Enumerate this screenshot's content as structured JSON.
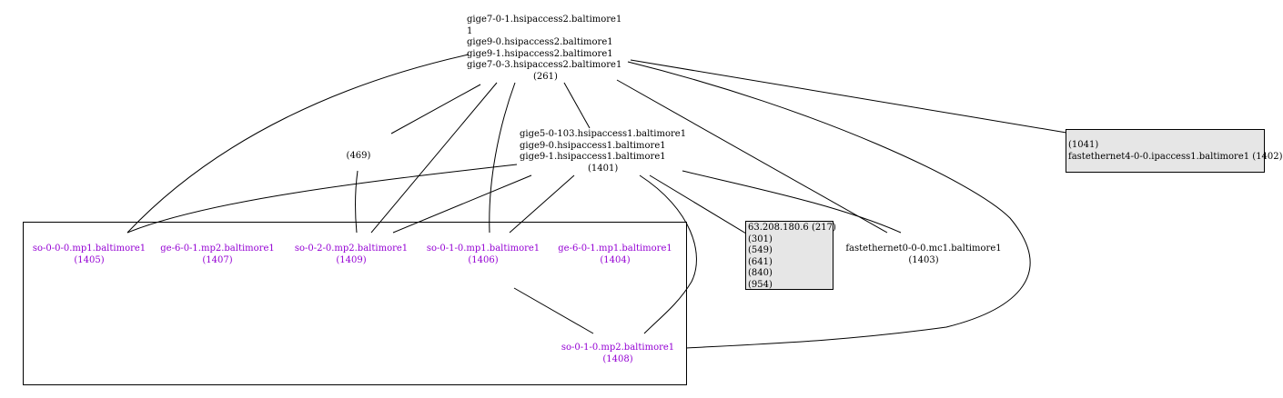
{
  "colors": {
    "member": "#9400d3",
    "gray_box": "#e6e6e6",
    "edge": "#000000"
  },
  "nodes": {
    "hsipaccess2": {
      "lines": [
        "gige7-0-1.hsipaccess2.baltimore1",
        "1",
        "gige9-0.hsipaccess2.baltimore1",
        "gige9-1.hsipaccess2.baltimore1",
        "gige7-0-3.hsipaccess2.baltimore1"
      ],
      "id": "(261)"
    },
    "hsipaccess1": {
      "lines": [
        "gige5-0-103.hsipaccess1.baltimore1",
        "gige9-0.hsipaccess1.baltimore1",
        "gige9-1.hsipaccess1.baltimore1"
      ],
      "id": "(1401)"
    },
    "n469": {
      "id": "(469)"
    },
    "ipaccess1": {
      "line1": "(1041)",
      "line2": "fastethernet4-0-0.ipaccess1.baltimore1 (1402)"
    },
    "ip_box": {
      "lines": [
        "63.208.180.6 (217)",
        "(301)",
        "(549)",
        "(641)",
        "(840)",
        "(954)"
      ]
    },
    "mc1": {
      "label": "fastethernet0-0-0.mc1.baltimore1",
      "id": "(1403)"
    },
    "members": [
      {
        "label": "so-0-0-0.mp1.baltimore1",
        "id": "(1405)"
      },
      {
        "label": "ge-6-0-1.mp2.baltimore1",
        "id": "(1407)"
      },
      {
        "label": "so-0-2-0.mp2.baltimore1",
        "id": "(1409)"
      },
      {
        "label": "so-0-1-0.mp1.baltimore1",
        "id": "(1406)"
      },
      {
        "label": "ge-6-0-1.mp1.baltimore1",
        "id": "(1404)"
      },
      {
        "label": "so-0-1-0.mp2.baltimore1",
        "id": "(1408)"
      }
    ]
  }
}
